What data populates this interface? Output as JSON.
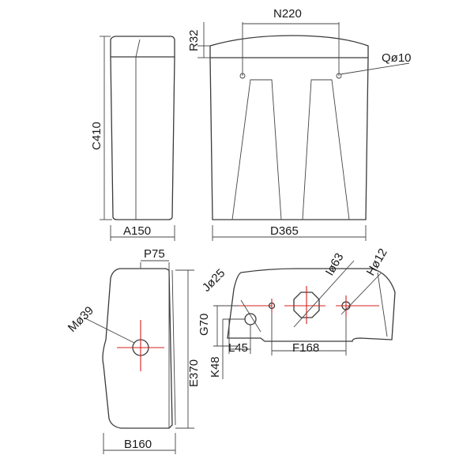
{
  "labels": {
    "n": "N220",
    "r": "R32",
    "q": "Qø10",
    "c": "C410",
    "a": "A150",
    "d": "D365",
    "p": "P75",
    "m": "Mø39",
    "e": "E370",
    "b": "B160",
    "j": "Jø25",
    "i": "Iø63",
    "h": "Hø12",
    "g": "G70",
    "k": "K48",
    "l": "L45",
    "f": "F168"
  },
  "colors": {
    "outline": "#3a3a3a",
    "centerline": "#d42020"
  }
}
